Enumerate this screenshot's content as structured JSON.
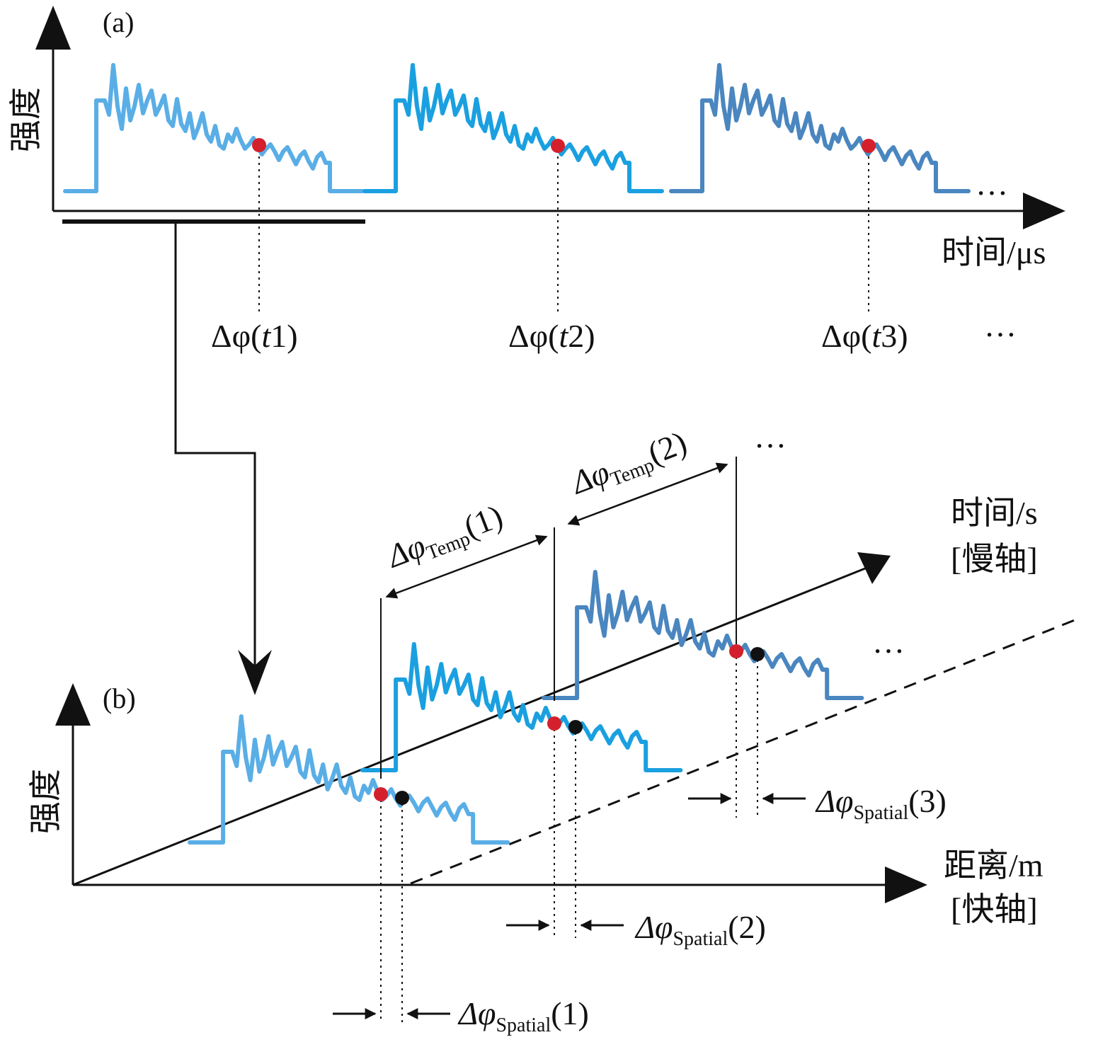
{
  "panels": {
    "a": {
      "label": "(a)"
    },
    "b": {
      "label": "(b)"
    }
  },
  "axes": {
    "a_y": "强度",
    "a_x": "时间/μs",
    "b_y": "强度",
    "b_slow_1": "时间/s",
    "b_slow_2": "[慢轴]",
    "b_fast_1": "距离/m",
    "b_fast_2": "[快轴]"
  },
  "symbols": {
    "delta_phi": "Δφ",
    "phase_t": [
      {
        "arg": "t",
        "num": "1"
      },
      {
        "arg": "t",
        "num": "2"
      },
      {
        "arg": "t",
        "num": "3"
      }
    ],
    "temp_sub": "Temp",
    "temp_args": [
      "(1)",
      "(2)"
    ],
    "spatial_sub": "Spatial",
    "spatial_args": [
      "(1)",
      "(2)",
      "(3)"
    ],
    "ellipsis": "…"
  },
  "colors": {
    "trace_light": "#5aaee6",
    "trace_cyan": "#1aa0e0",
    "trace_dark": "#4a86bf",
    "trace_tail": "#7ab7dc",
    "ref_dot": "#d4202c",
    "probe_dot": "#111111",
    "line": "#111111"
  }
}
